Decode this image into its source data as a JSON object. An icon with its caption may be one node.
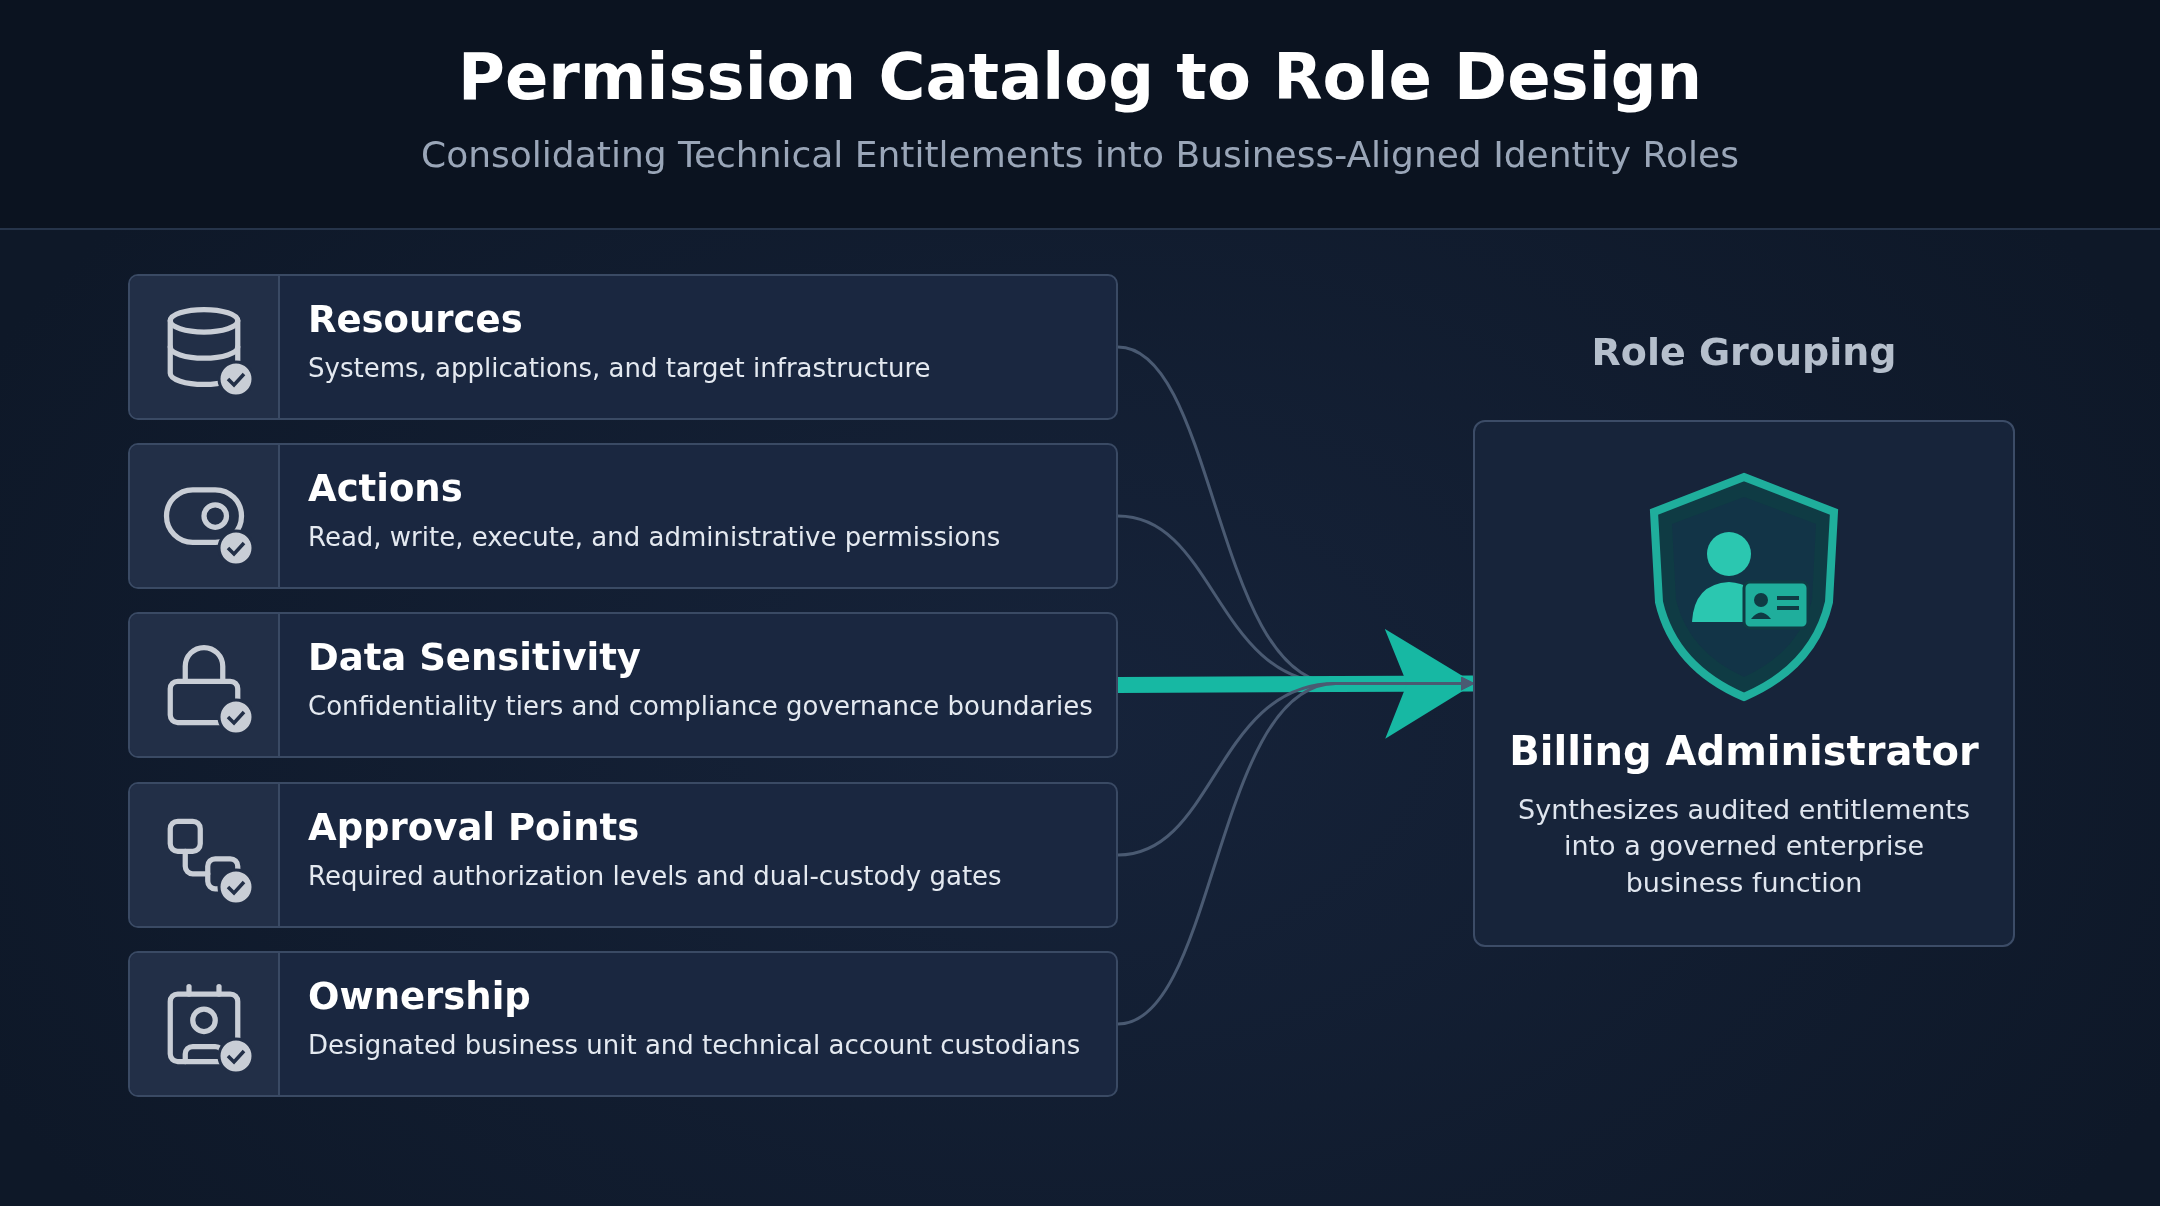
{
  "diagram": {
    "title": "Permission Catalog to Role Design",
    "caption": "Consolidating Technical Entitlements into Business-Aligned Identity Roles",
    "nodes": [
      {
        "text": [
          "Resources",
          "Systems, applications, and target infrastructure"
        ]
      },
      {
        "text": [
          "Actions",
          "Read, write, execute, and administrative permissions"
        ]
      },
      {
        "text": [
          "Data Sensitivity",
          "Confidentiality tiers and compliance governance boundaries"
        ]
      },
      {
        "text": [
          "Approval Points",
          "Required authorization levels and dual-custody gates"
        ]
      },
      {
        "text": [
          "Ownership",
          "Designated business unit and technical account custodians"
        ]
      },
      {
        "text": [
          "Role Grouping",
          "Billing Administrator",
          "Synthesizes audited entitlements into a governed enterprise business function"
        ]
      }
    ],
    "edges": [
      {
        "from": 0,
        "to": 5,
        "arrow": "to"
      },
      {
        "from": 1,
        "to": 5,
        "arrow": "to"
      },
      {
        "from": 2,
        "to": 5,
        "arrow": "to",
        "style": "thick",
        "color": "#17b8a3"
      },
      {
        "from": 3,
        "to": 5,
        "arrow": "to"
      },
      {
        "from": 4,
        "to": 5,
        "arrow": "to"
      }
    ]
  }
}
